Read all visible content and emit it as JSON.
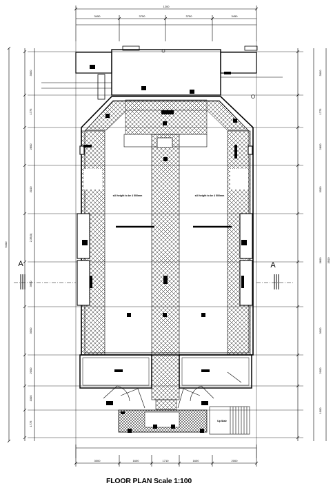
{
  "plan": {
    "title": "FLOOR PLAN Scale 1:100",
    "section_marks": [
      "A",
      "A"
    ],
    "top_dimensions": {
      "overall": "1200",
      "segments": [
        "3450",
        "3750",
        "3750",
        "3450"
      ]
    },
    "bottom_dimensions": [
      "3000",
      "1600",
      "1710",
      "1600",
      "2000"
    ],
    "left_overall": "6400",
    "right_overall": "3500",
    "left_dimensions": [
      "3000",
      "1775",
      "2800",
      "3100",
      "2,35(0)",
      "3600",
      "3000",
      "2000",
      "1000",
      "1775"
    ],
    "right_dimensions": [
      "3000",
      "1775",
      "2800",
      "3000",
      "3800",
      "3000",
      "2000",
      "1000"
    ],
    "room_labels": [
      "sill height to be 4 500mm",
      "sill height to be 4 500mm"
    ],
    "stair_label": "Up Stair"
  }
}
